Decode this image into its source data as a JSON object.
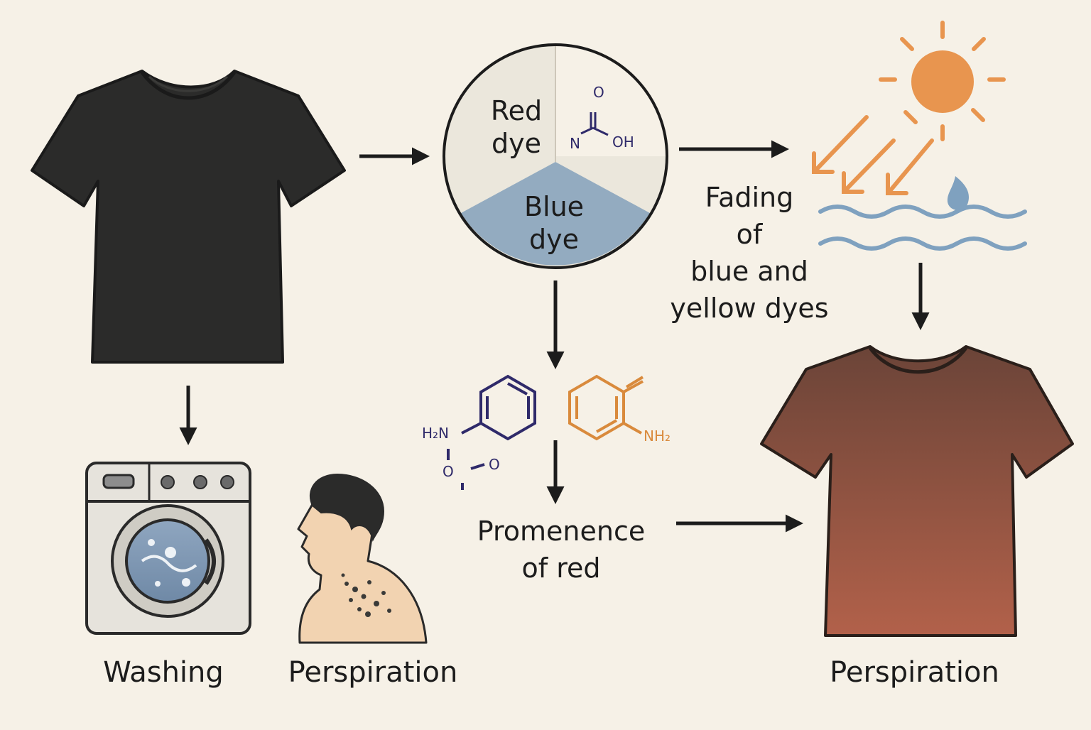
{
  "pie": {
    "red_line1": "Red",
    "red_line2": "dye",
    "blue_line1": "Blue",
    "blue_line2": "dye",
    "colors": {
      "red_slice": "#ebe7dc",
      "blue_slice": "#93abc0"
    }
  },
  "molecules": {
    "top": {
      "n": "N",
      "o": "O",
      "oh": "OH",
      "color": "#2f2a6a"
    },
    "aniline": {
      "h2n": "H₂N",
      "o_left": "O",
      "o_right": "O",
      "color": "#2f2a6a"
    },
    "orange": {
      "nh2": "NH₂",
      "color": "#d98a3c"
    }
  },
  "labels": {
    "fading_line1": "Fading",
    "fading_line2": "of",
    "fading_line3": "blue and",
    "fading_line4": "yellow dyes",
    "prominence_line1": "Promenence",
    "prominence_line2": "of red",
    "washing": "Washing",
    "perspiration_left": "Perspiration",
    "perspiration_right": "Perspiration"
  },
  "colors": {
    "background": "#f6f1e7",
    "black_shirt": "#2b2b2a",
    "faded_shirt_top": "#6b4438",
    "faded_shirt_bottom": "#b2614a",
    "sun": "#e8954f",
    "water": "#7fa1bf",
    "skin": "#f2d3b1"
  },
  "icons": [
    "tshirt-black-icon",
    "washing-machine-icon",
    "person-icon",
    "sun-icon",
    "water-waves-icon",
    "tshirt-faded-icon"
  ]
}
